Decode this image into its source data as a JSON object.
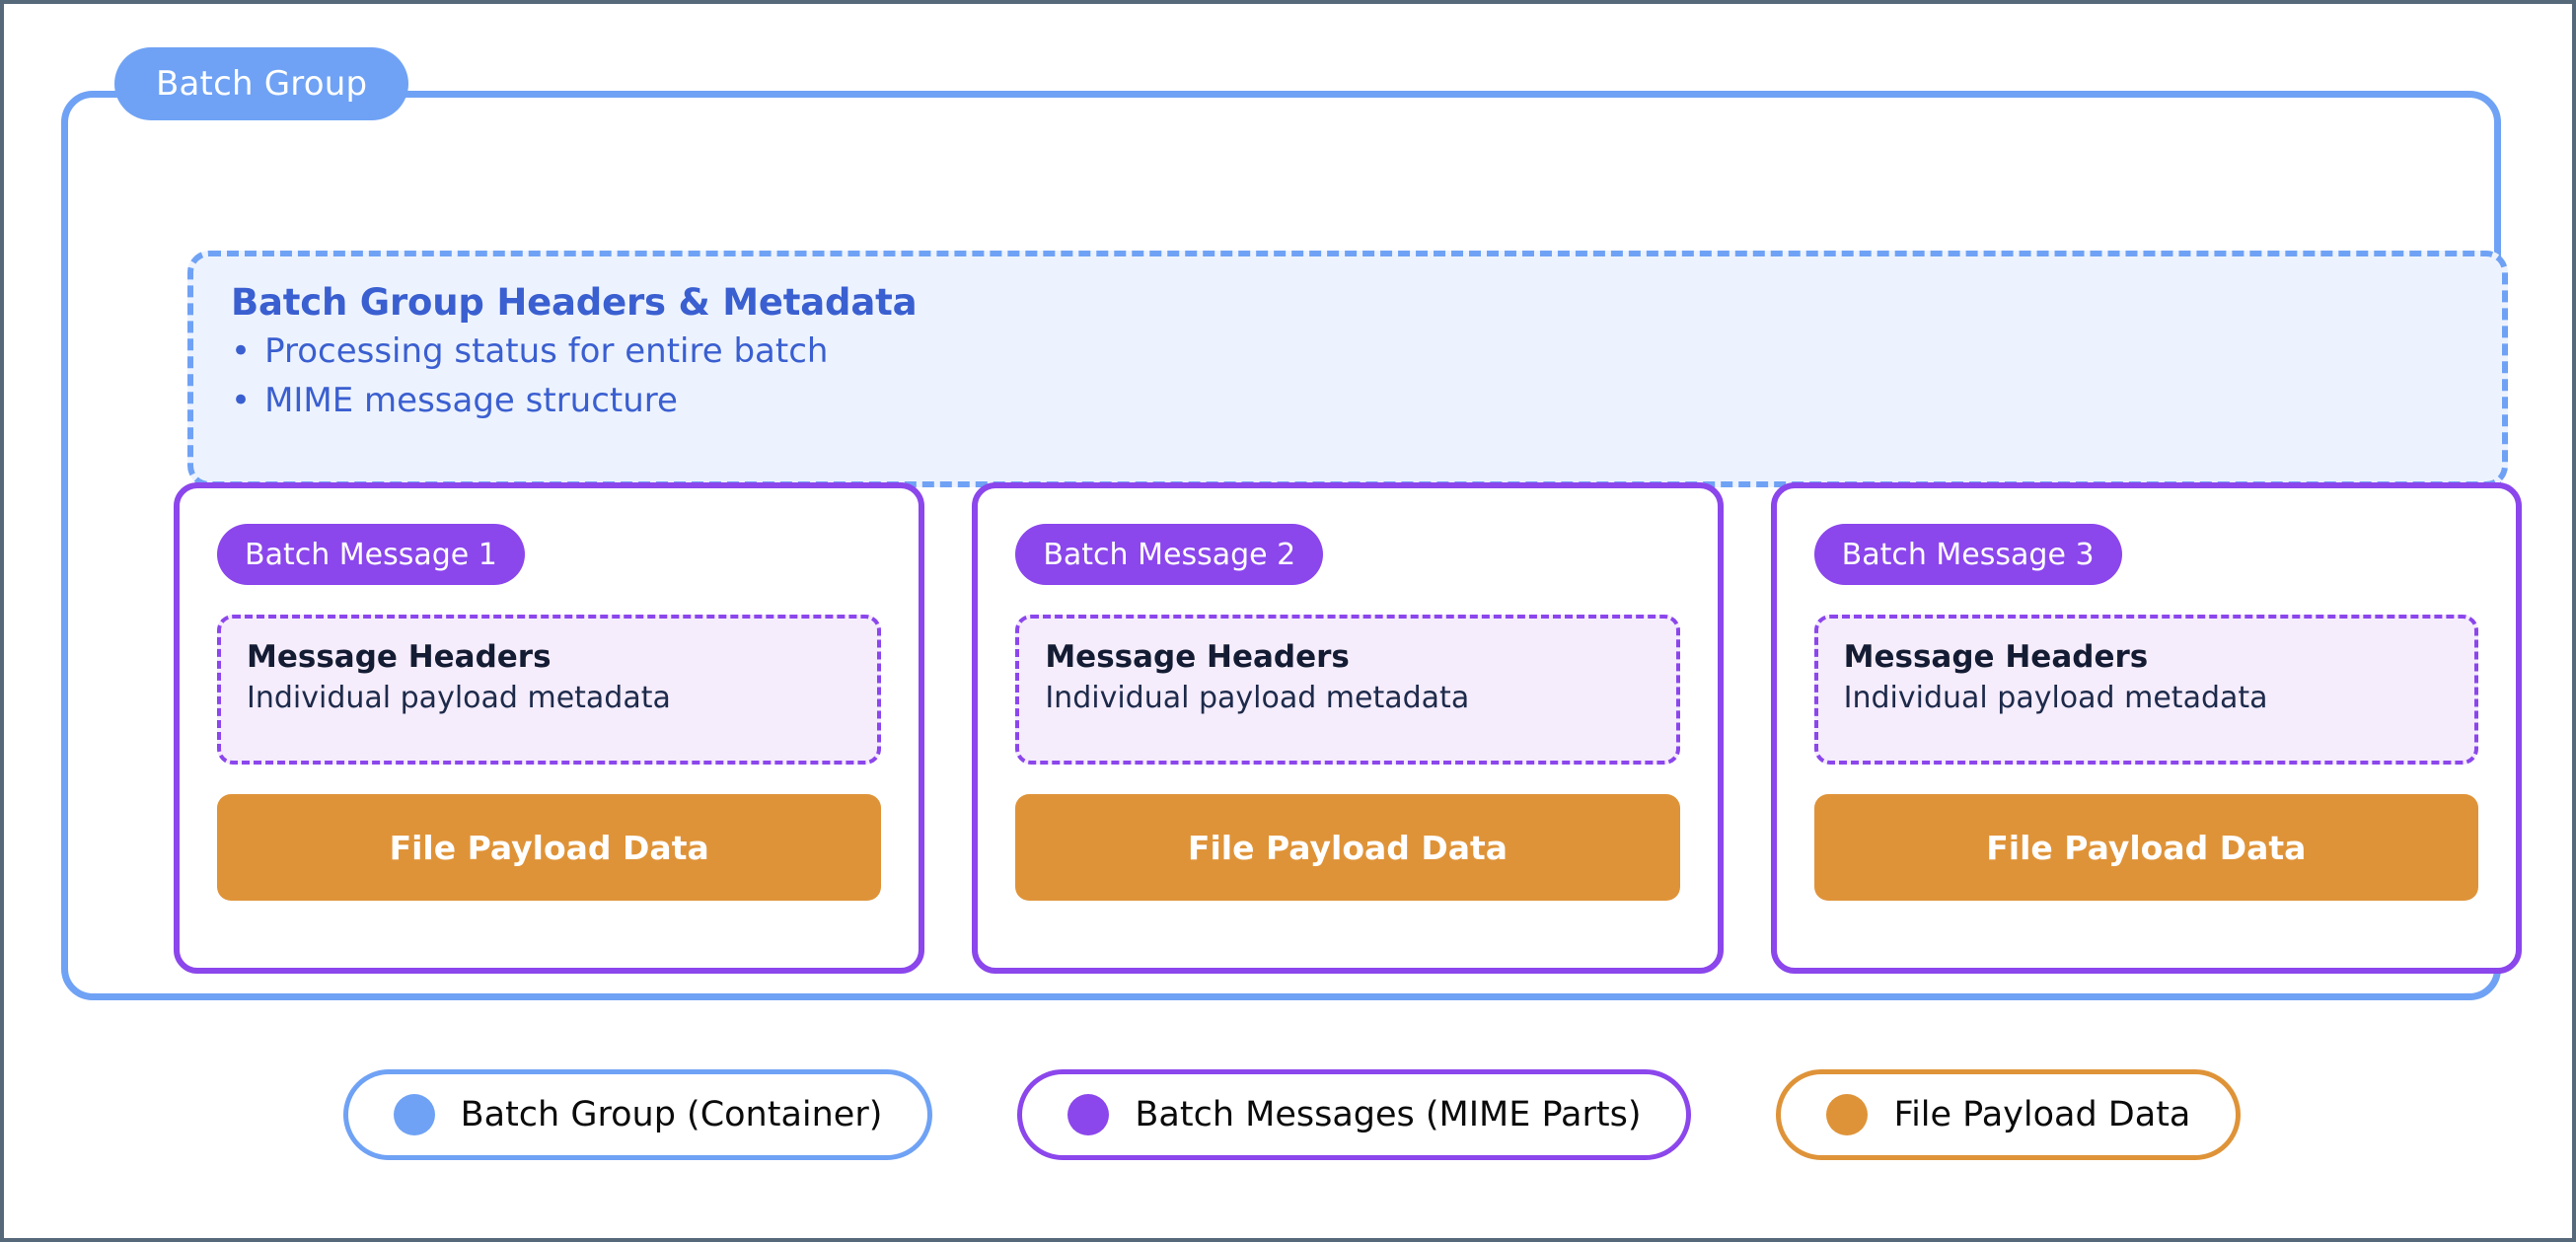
{
  "frame": {
    "border_color": "#56697a"
  },
  "batch_group": {
    "badge_label": "Batch Group",
    "border_color": "#6fa2f5",
    "badge_color": "#6fa2f5",
    "metadata": {
      "title": "Batch Group Headers & Metadata",
      "bullet_marker": "•",
      "bullets": [
        "Processing status for entire batch",
        "MIME message structure"
      ],
      "background_color": "#edf3fe",
      "border_color": "#6fa2f5",
      "text_color": "#3a5fd0"
    }
  },
  "messages": [
    {
      "badge_label": "Batch Message 1",
      "headers_title": "Message Headers",
      "headers_subtitle": "Individual payload metadata",
      "payload_label": "File Payload Data"
    },
    {
      "badge_label": "Batch Message 2",
      "headers_title": "Message Headers",
      "headers_subtitle": "Individual payload metadata",
      "payload_label": "File Payload Data"
    },
    {
      "badge_label": "Batch Message 3",
      "headers_title": "Message Headers",
      "headers_subtitle": "Individual payload metadata",
      "payload_label": "File Payload Data"
    }
  ],
  "message_colors": {
    "border_color": "#8b46ec",
    "badge_color": "#8b46ec",
    "headers_background": "#f5ecfc",
    "headers_border": "#8b46ec",
    "payload_color": "#df9338"
  },
  "legend": {
    "items": [
      {
        "label": "Batch Group (Container)",
        "color": "#6fa2f5",
        "dot_name": "legend-dot-batch-group"
      },
      {
        "label": "Batch Messages (MIME Parts)",
        "color": "#8b46ec",
        "dot_name": "legend-dot-batch-messages"
      },
      {
        "label": "File Payload Data",
        "color": "#df9338",
        "dot_name": "legend-dot-file-payload"
      }
    ]
  }
}
